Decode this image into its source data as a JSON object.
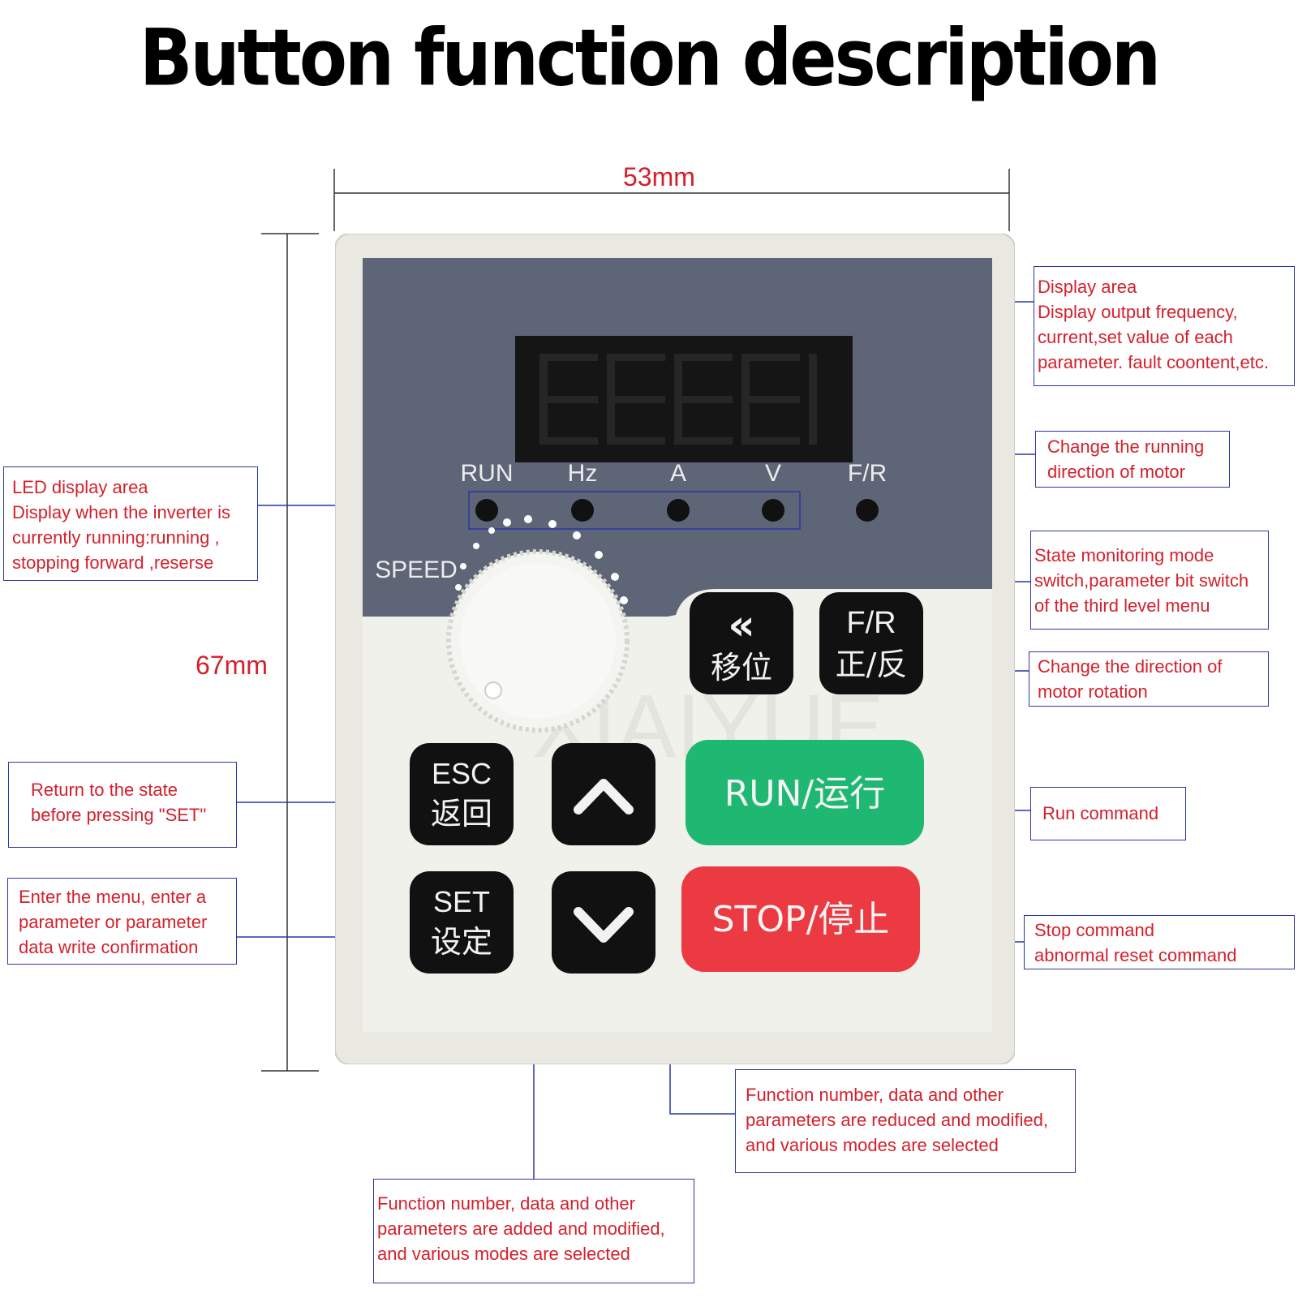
{
  "title": "Button function description",
  "dimensions": {
    "width": "53mm",
    "height": "67mm"
  },
  "panel": {
    "indicators": [
      "RUN",
      "Hz",
      "A",
      "V",
      "F/R"
    ],
    "knob_label": "SPEED",
    "watermark": "XIAIYUE",
    "keys": {
      "shift": {
        "symbol": "«",
        "cn": "移位"
      },
      "fr": {
        "en": "F/R",
        "cn": "正/反"
      },
      "esc": {
        "en": "ESC",
        "cn": "返回"
      },
      "set": {
        "en": "SET",
        "cn": "设定"
      },
      "run": {
        "label": "RUN/运行"
      },
      "stop": {
        "label": "STOP/停止"
      }
    }
  },
  "callouts": {
    "display": [
      "Display area",
      "Display output frequency,",
      "current,set value of each",
      "parameter. fault coontent,etc."
    ],
    "direction_led": [
      "Change the running",
      "direction of motor"
    ],
    "led_area": [
      "LED display area",
      "Display when the inverter is",
      "currently running:running ,",
      "stopping forward  ,reserse"
    ],
    "shift": [
      "State monitoring mode",
      "switch,parameter bit switch",
      " of the third level menu"
    ],
    "fr_key": [
      "Change the direction of",
      "motor rotation"
    ],
    "esc": [
      "Return to the state",
      "before pressing \"SET\""
    ],
    "run": [
      "Run command"
    ],
    "set": [
      "Enter the menu, enter a",
      "parameter or parameter",
      "data write confirmation"
    ],
    "stop": [
      "Stop command",
      "abnormal reset command"
    ],
    "down": [
      "Function number, data and other",
      "parameters are reduced and modified,",
      " and various modes are selected"
    ],
    "up": [
      "Function number, data and other",
      "parameters are added and modified,",
      "and various modes are selected"
    ]
  },
  "colors": {
    "callout_text": "#d4202c",
    "leader_line": "#2c35a8",
    "panel_dark": "#5d6576",
    "run_key": "#1fb872",
    "stop_key": "#ec3a42"
  }
}
